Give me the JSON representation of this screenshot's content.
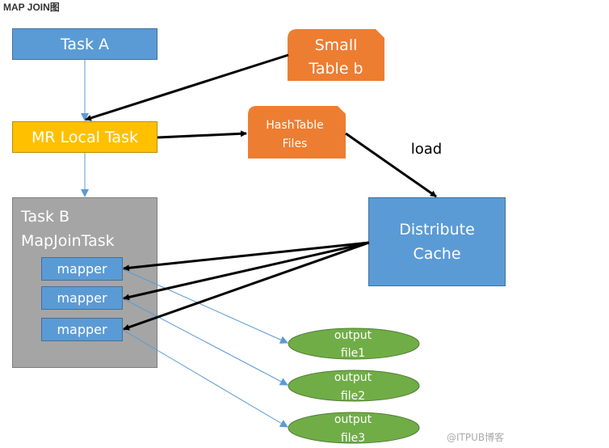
{
  "title": "MAP JOIN图",
  "nodes": {
    "task_a": "Task A",
    "small_table": [
      "Small",
      "Table b"
    ],
    "mr_local_task": "MR Local Task",
    "hashtable_files": [
      "HashTable",
      "Files"
    ],
    "load_label": "load",
    "distribute_cache": [
      "Distribute",
      "Cache"
    ],
    "task_b": [
      "Task B",
      "MapJoinTask"
    ],
    "mappers": [
      "mapper",
      "mapper",
      "mapper"
    ],
    "outputs": [
      [
        "output",
        "file1"
      ],
      [
        "output",
        "file2"
      ],
      [
        "output",
        "file3"
      ]
    ]
  },
  "watermark": "@ITPUB博客",
  "colors": {
    "blue": "#5b9bd5",
    "yellow": "#ffc000",
    "gray": "#a5a5a5",
    "orange": "#ed7d31",
    "green": "#70ad47"
  }
}
